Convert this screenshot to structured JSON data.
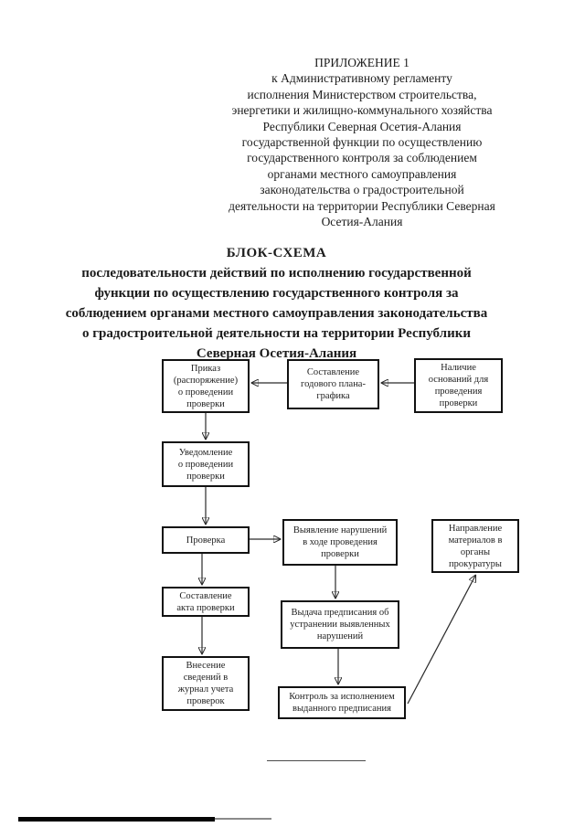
{
  "document": {
    "header": {
      "lines": [
        "ПРИЛОЖЕНИЕ 1",
        "к Административному регламенту",
        "исполнения Министерством строительства,",
        "энергетики и жилищно-коммунального хозяйства",
        "Республики Северная Осетия-Алания",
        "государственной функции по осуществлению",
        "государственного контроля за соблюдением",
        "органами местного самоуправления",
        "законодательства о градостроительной",
        "деятельности на территории Республики Северная",
        "Осетия-Алания"
      ]
    },
    "title": {
      "heading": "БЛОК-СХЕМА",
      "lines": [
        "последовательности действий по исполнению государственной",
        "функции по осуществлению государственного контроля за",
        "соблюдением органами местного самоуправления законодательства",
        "о градостроительной деятельности на территории Республики",
        "Северная Осетия-Алания"
      ]
    },
    "flowchart": {
      "nodes": {
        "order": "Приказ\n(распоряжение)\nо проведении\nпроверки",
        "annual_plan": "Составление\nгодового плана-\nграфика",
        "grounds": "Наличие\nоснований для\nпроведения\nпроверки",
        "notification": "Уведомление\nо проведении\nпроверки",
        "inspection": "Проверка",
        "violations": "Выявление нарушений\nв ходе проведения\nпроверки",
        "prosecutor": "Направление\nматериалов в\nорганы\nпрокуратуры",
        "act": "Составление\nакта проверки",
        "prescription": "Выдача предписания об\nустранении выявленных\nнарушений",
        "journal": "Внесение\nсведений в\nжурнал учета\nпроверок",
        "control": "Контроль за исполнением\nвыданного предписания"
      }
    }
  }
}
